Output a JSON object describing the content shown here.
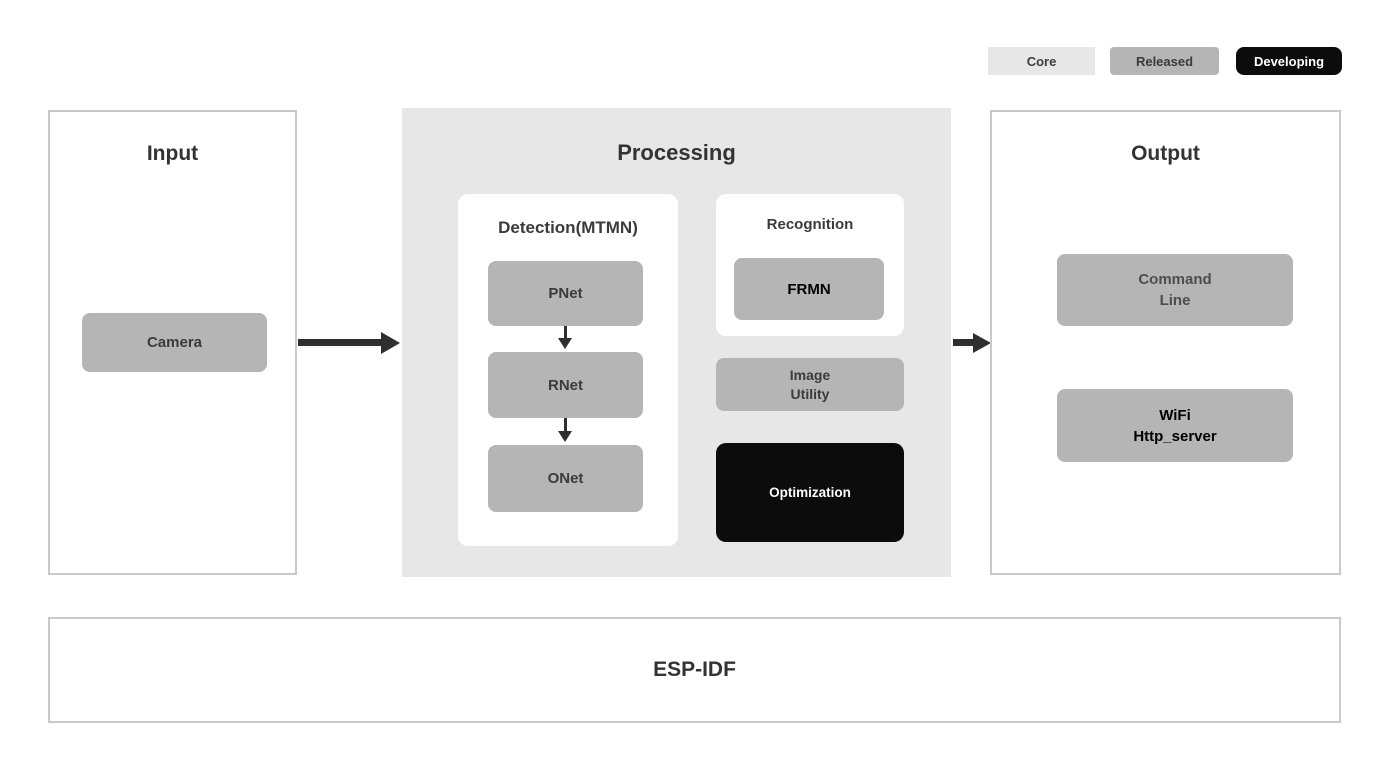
{
  "legend": {
    "items": [
      {
        "id": "core",
        "label": "Core",
        "bg": "#e7e7e7",
        "fg": "#3b3b3b"
      },
      {
        "id": "released",
        "label": "Released",
        "bg": "#b5b5b5",
        "fg": "#3b3b3b"
      },
      {
        "id": "developing",
        "label": "Developing",
        "bg": "#0c0c0c",
        "fg": "#ffffff"
      }
    ]
  },
  "input": {
    "title": "Input",
    "camera_label": "Camera"
  },
  "processing": {
    "title": "Processing",
    "detection": {
      "title": "Detection(MTMN)",
      "nodes": [
        {
          "label": "PNet"
        },
        {
          "label": "RNet"
        },
        {
          "label": "ONet"
        }
      ]
    },
    "recognition": {
      "title": "Recognition",
      "node_label": "FRMN"
    },
    "image_utility": {
      "line1": "Image",
      "line2": "Utility"
    },
    "optimization": {
      "label": "Optimization"
    }
  },
  "output": {
    "title": "Output",
    "command_line": {
      "line1": "Command",
      "line2": "Line"
    },
    "wifi": {
      "line1": "WiFi",
      "line2": "Http_server"
    }
  },
  "foundation": {
    "title": "ESP-IDF"
  },
  "colors": {
    "node_gray": "#b5b5b5",
    "section_gray": "#e7e7e7",
    "developing_black": "#0c0c0c",
    "border_gray": "#c9c9c9",
    "text_dark": "#3b3b3b",
    "arrow_dark": "#2f2f2f",
    "background": "#ffffff"
  }
}
